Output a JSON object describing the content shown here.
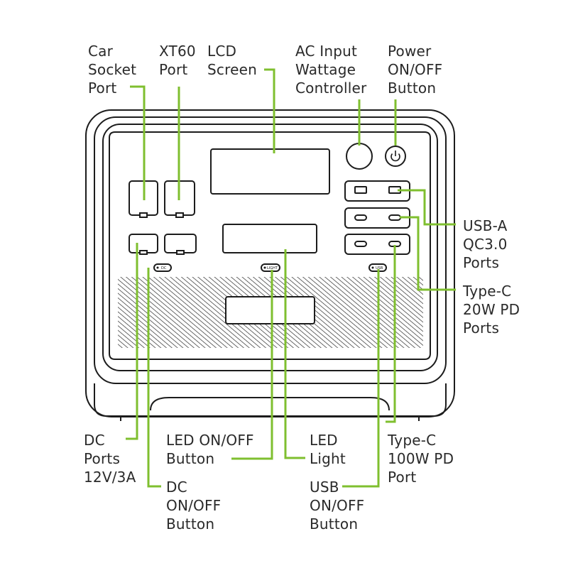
{
  "callouts": {
    "car_socket": "Car\nSocket\nPort",
    "xt60": "XT60\nPort",
    "lcd": "LCD\nScreen",
    "ac_input": "AC Input\nWattage\nController",
    "power": "Power\nON/OFF\nButton",
    "usb_a": "USB-A\nQC3.0\nPorts",
    "type_c_20w": "Type-C\n20W PD\nPorts",
    "dc_ports": "DC\nPorts\n12V/3A",
    "led_button": "LED ON/OFF\nButton",
    "led_light": "LED\nLight",
    "type_c_100w": "Type-C\n100W PD\nPort",
    "dc_button": "DC\nON/OFF\nButton",
    "usb_button": "USB\nON/OFF\nButton"
  },
  "panel_text": {
    "dc": "DC",
    "light": "LIGHT",
    "usb": "USB"
  },
  "colors": {
    "accent": "#7fbf2f",
    "outline": "#1c1c1c",
    "text": "#2a2a2a"
  }
}
